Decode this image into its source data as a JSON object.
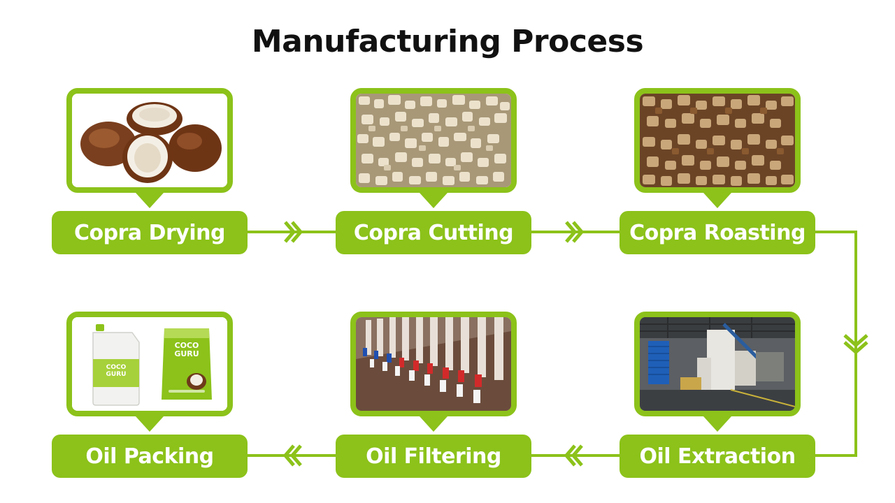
{
  "title": "Manufacturing Process",
  "colors": {
    "accent": "#8cc21a",
    "title": "#111111",
    "label_text": "#ffffff"
  },
  "steps": [
    {
      "label": "Copra Drying",
      "image": "dried-coconut-halves-photo"
    },
    {
      "label": "Copra Cutting",
      "image": "cut-copra-pieces-photo"
    },
    {
      "label": "Copra Roasting",
      "image": "roasted-copra-photo"
    },
    {
      "label": "Oil Extraction",
      "image": "oil-expeller-machine-photo"
    },
    {
      "label": "Oil Filtering",
      "image": "filter-press-photo"
    },
    {
      "label": "Oil Packing",
      "image": "packed-oil-products-photo"
    }
  ],
  "packing_brand": {
    "line1": "COCO",
    "line2": "GURU"
  }
}
